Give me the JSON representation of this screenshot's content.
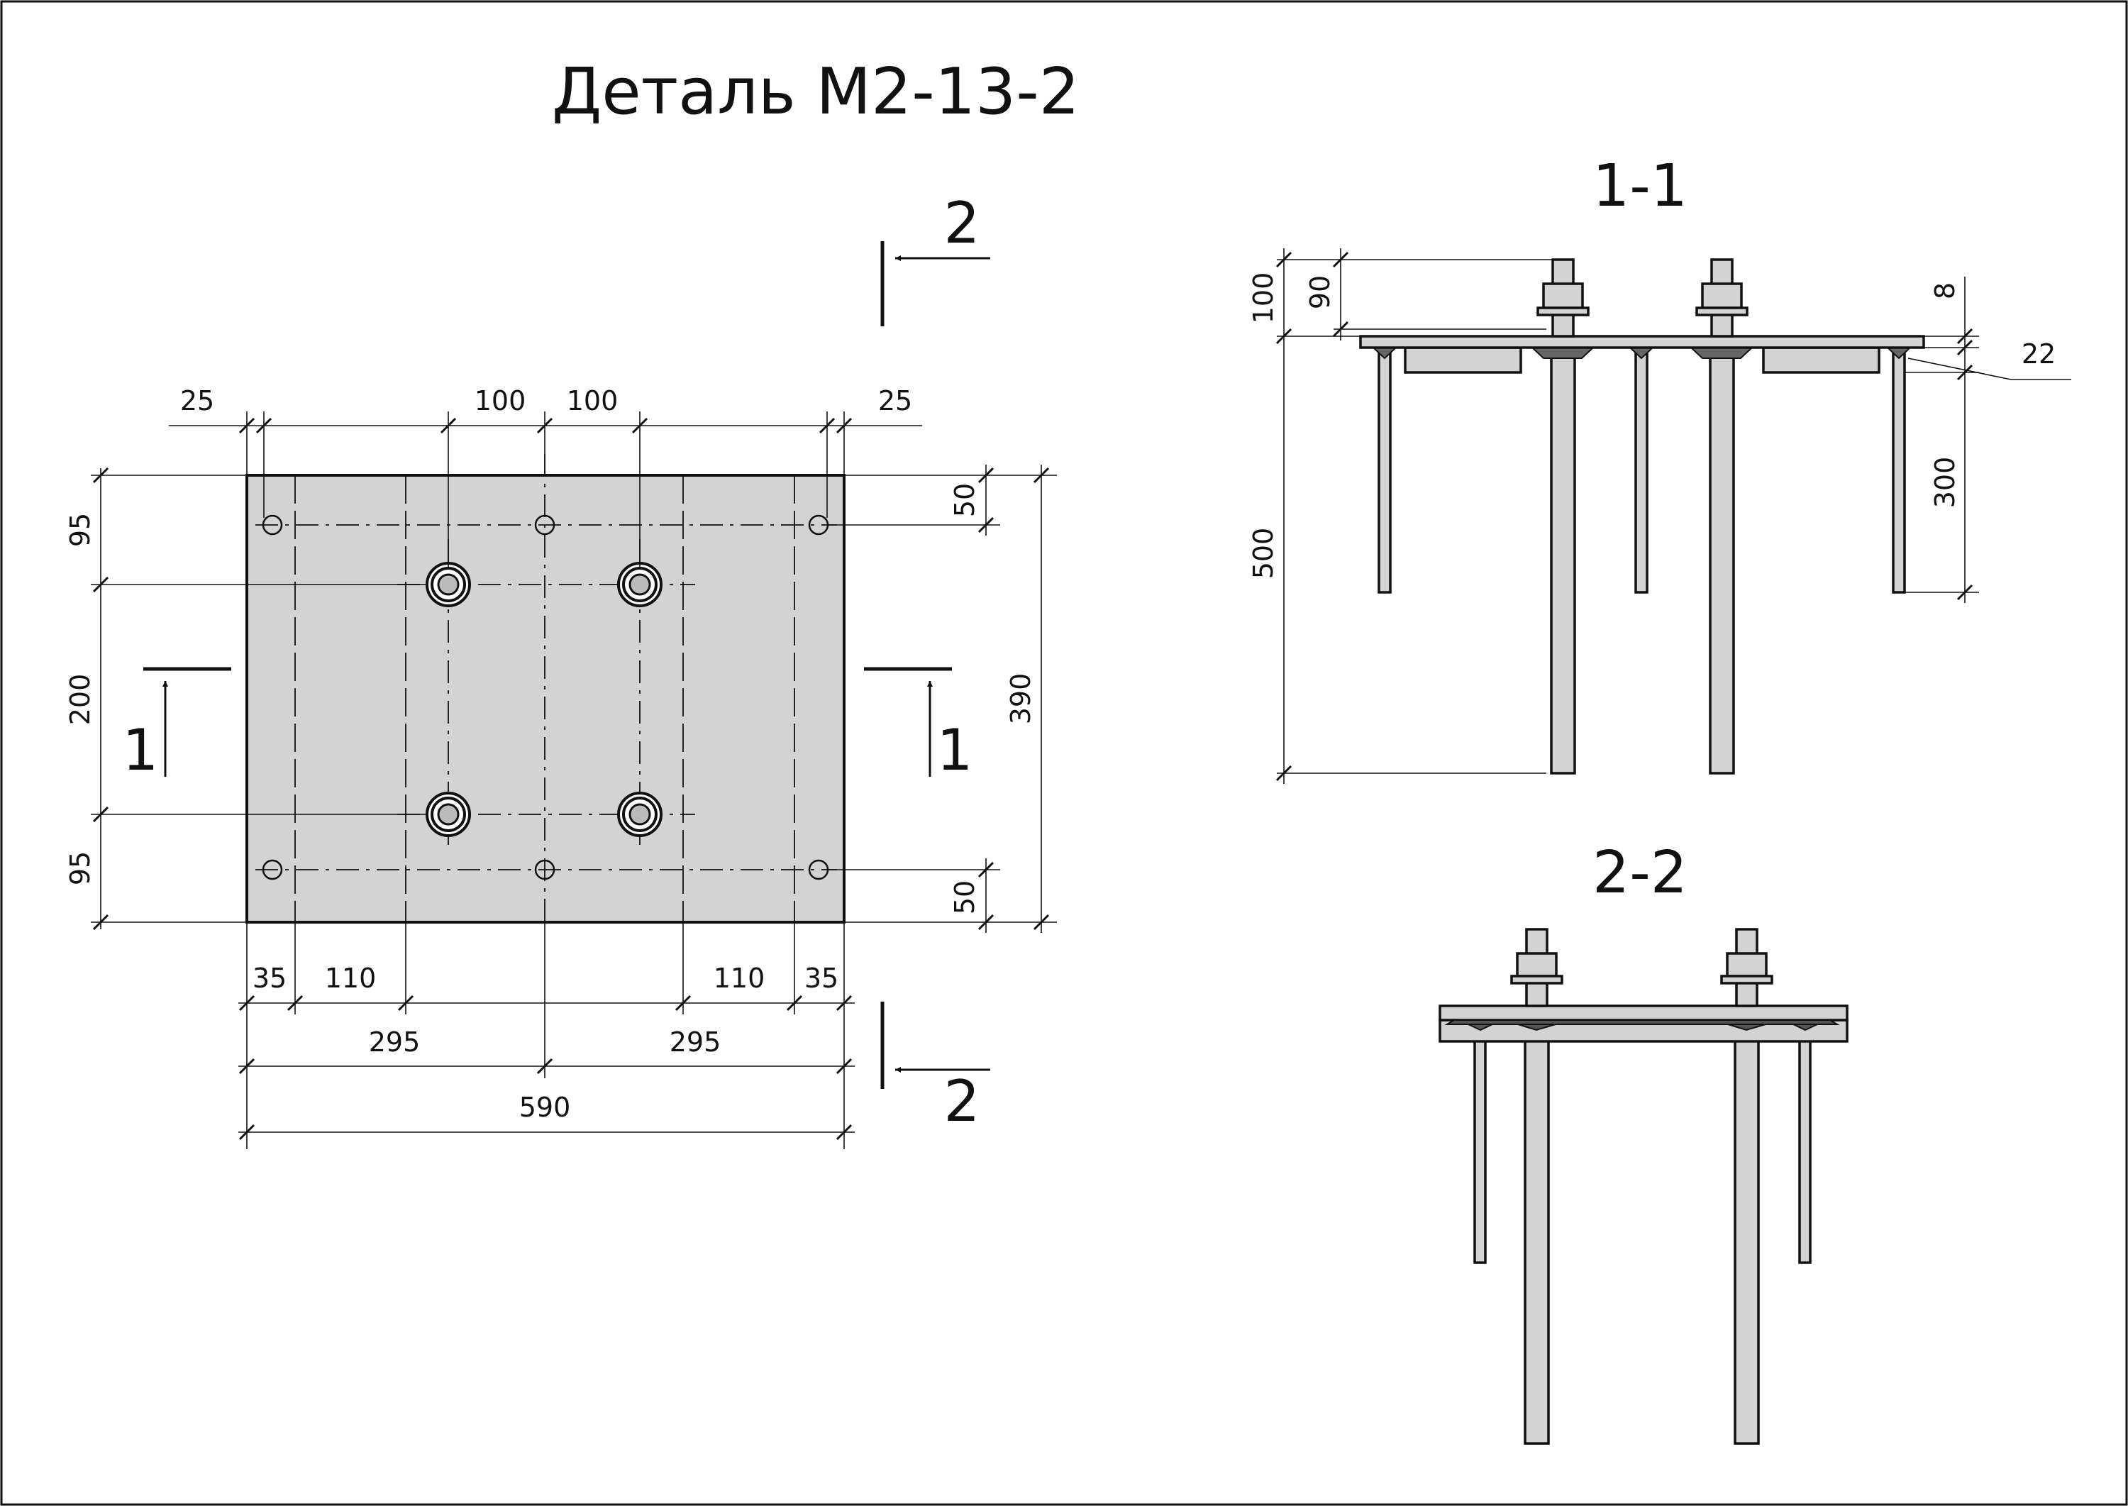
{
  "title": "Деталь М2-13-2",
  "sections": {
    "s11": "1-1",
    "s22": "2-2"
  },
  "cut_marks": {
    "one": "1",
    "two": "2"
  },
  "plan_dims": {
    "top_25_left": "25",
    "top_100_left": "100",
    "top_100_right": "100",
    "top_25_right": "25",
    "left_95_top": "95",
    "left_200": "200",
    "left_95_bottom": "95",
    "right_50_top": "50",
    "right_390": "390",
    "right_50_bottom": "50",
    "bot_35_left": "35",
    "bot_110_left": "110",
    "bot_110_right": "110",
    "bot_35_right": "35",
    "bot_295_left": "295",
    "bot_295_right": "295",
    "bot_590": "590"
  },
  "section11_dims": {
    "d100": "100",
    "d90": "90",
    "d500": "500",
    "d8": "8",
    "d22": "22",
    "d300": "300"
  },
  "colors": {
    "steel": "#d3d3d3",
    "line": "#111111",
    "background": "#ffffff"
  }
}
